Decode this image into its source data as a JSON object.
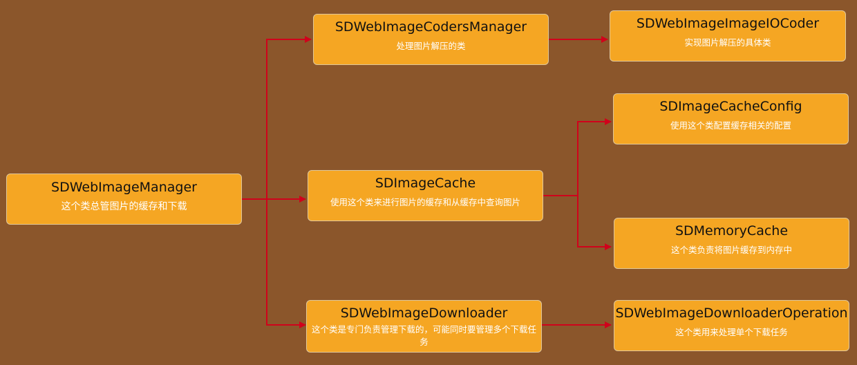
{
  "colors": {
    "background": "#8B562B",
    "node_fill": "#F5A623",
    "node_border": "#E0C79A",
    "connector": "#D0021B",
    "description_text": "#FFFFFF"
  },
  "nodes": {
    "manager": {
      "title": "SDWebImageManager",
      "desc": "这个类总管图片的缓存和下载"
    },
    "coders_manager": {
      "title": "SDWebImageCodersManager",
      "desc": "处理图片解压的类"
    },
    "imageio_coder": {
      "title": "SDWebImageImageIOCoder",
      "desc": "实现图片解压的具体类"
    },
    "image_cache": {
      "title": "SDImageCache",
      "desc": "使用这个类来进行图片的缓存和从缓存中查询图片"
    },
    "cache_config": {
      "title": "SDImageCacheConfig",
      "desc": "使用这个类配置缓存相关的配置"
    },
    "memory_cache": {
      "title": "SDMemoryCache",
      "desc": "这个类负责将图片缓存到内存中"
    },
    "downloader": {
      "title": "SDWebImageDownloader",
      "desc": "这个类是专门负责管理下载的，可能同时要管理多个下载任务"
    },
    "downloader_operation": {
      "title": "SDWebImageDownloaderOperation",
      "desc": "这个类用来处理单个下载任务"
    }
  },
  "edges": [
    {
      "from": "SDWebImageManager",
      "to": "SDWebImageCodersManager"
    },
    {
      "from": "SDWebImageManager",
      "to": "SDImageCache"
    },
    {
      "from": "SDWebImageManager",
      "to": "SDWebImageDownloader"
    },
    {
      "from": "SDWebImageCodersManager",
      "to": "SDWebImageImageIOCoder"
    },
    {
      "from": "SDImageCache",
      "to": "SDImageCacheConfig"
    },
    {
      "from": "SDImageCache",
      "to": "SDMemoryCache"
    },
    {
      "from": "SDWebImageDownloader",
      "to": "SDWebImageDownloaderOperation"
    }
  ]
}
